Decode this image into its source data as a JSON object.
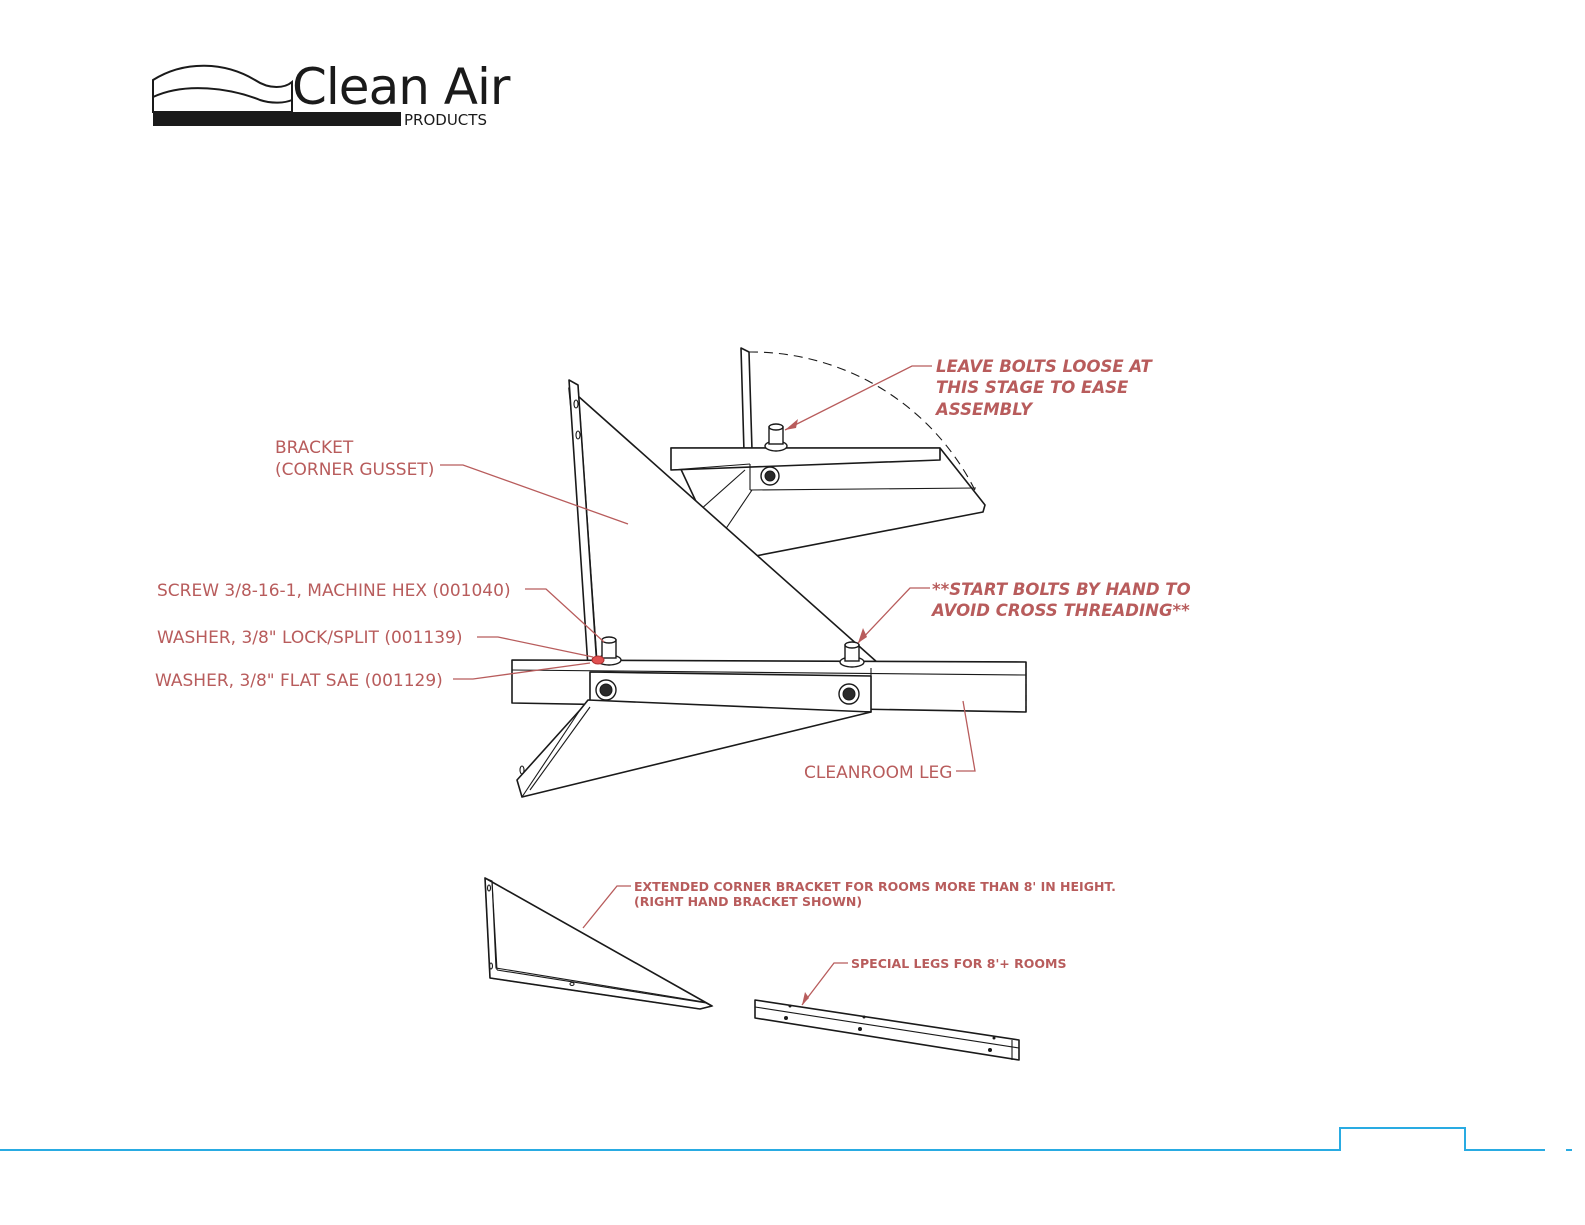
{
  "logo": {
    "brand_word": "Clean Air",
    "sub_word": "PRODUCTS"
  },
  "labels": {
    "bracket_line1": "BRACKET",
    "bracket_line2": "(CORNER GUSSET)",
    "screw": "SCREW 3/8-16-1, MACHINE HEX (001040)",
    "lock_washer": "WASHER, 3/8\" LOCK/SPLIT (001139)",
    "flat_washer": "WASHER, 3/8\" FLAT SAE (001129)",
    "cleanroom_leg": "CLEANROOM LEG",
    "loose_line1": "LEAVE BOLTS LOOSE AT",
    "loose_line2": "THIS STAGE TO EASE",
    "loose_line3": "ASSEMBLY",
    "hand_line1": "**START BOLTS BY HAND TO",
    "hand_line2": "AVOID CROSS THREADING**",
    "extended_line1": "EXTENDED CORNER BRACKET FOR ROOMS MORE THAN 8' IN HEIGHT.",
    "extended_line2": "(RIGHT HAND BRACKET SHOWN)",
    "special_legs": "SPECIAL LEGS FOR 8'+ ROOMS"
  },
  "colors": {
    "label_color": "#b85c5c",
    "footer_line": "#29abe2",
    "drawing_ink": "#1a1a1a"
  }
}
